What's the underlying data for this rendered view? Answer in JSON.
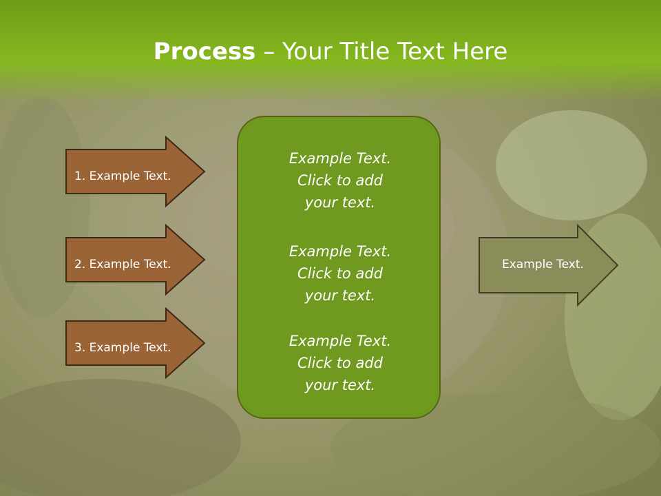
{
  "title": {
    "bold": "Process",
    "dash": " – ",
    "rest": "Your Title Text Here"
  },
  "left_arrows": [
    {
      "label": "1. Example Text."
    },
    {
      "label": "2. Example Text."
    },
    {
      "label": "3. Example Text."
    }
  ],
  "center_box": {
    "blocks": [
      {
        "line1": "Example Text.",
        "line2": "Click  to add",
        "line3": "your text."
      },
      {
        "line1": "Example Text.",
        "line2": "Click  to add",
        "line3": "your text."
      },
      {
        "line1": "Example Text.",
        "line2": "Click  to add",
        "line3": "your text."
      }
    ]
  },
  "right_arrow": {
    "label": "Example Text."
  },
  "colors": {
    "title_band": "#86b81f",
    "left_arrow_fill": "#9a6436",
    "left_arrow_border": "#3e2a16",
    "center_box_fill": "#6f991f",
    "right_arrow_fill": "#8a8c5a"
  }
}
